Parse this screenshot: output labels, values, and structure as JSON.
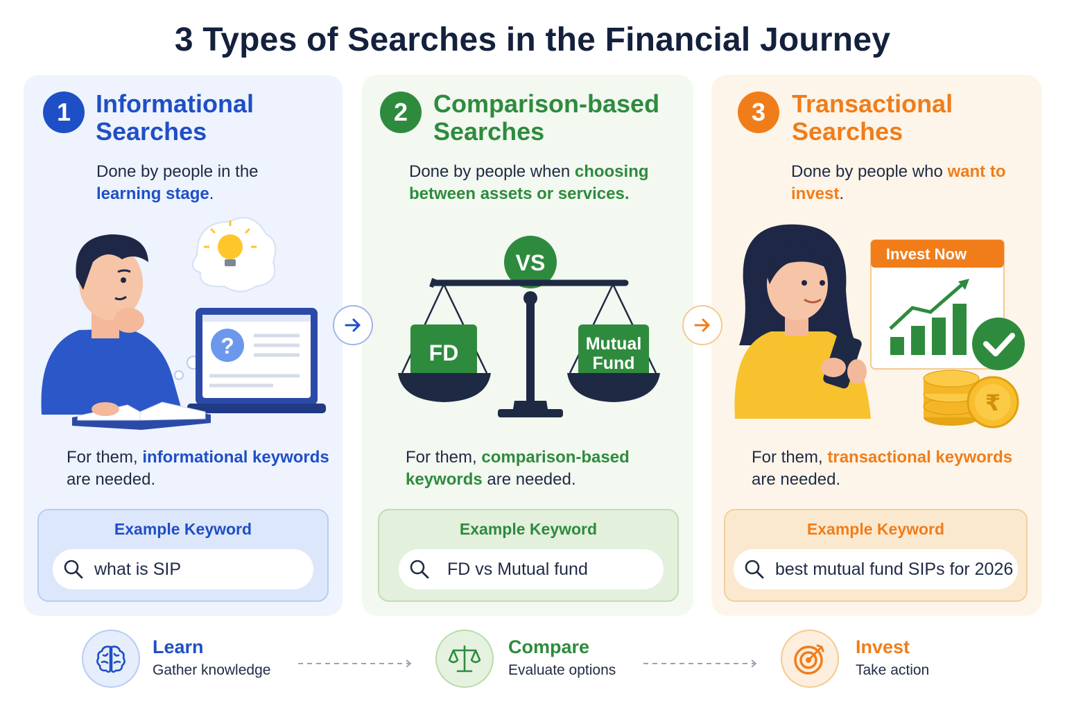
{
  "title": "3 Types of Searches in the Financial Journey",
  "cards": [
    {
      "number": "1",
      "title": "Informational Searches",
      "desc_prefix": "Done by people in the ",
      "desc_highlight": "learning stage",
      "desc_suffix": ".",
      "for_prefix": "For them, ",
      "for_highlight": "informational keywords",
      "for_suffix": " are needed.",
      "example_label": "Example Keyword",
      "example_keyword": "what is SIP"
    },
    {
      "number": "2",
      "title": "Comparison-based Searches",
      "desc_prefix": "Done by people when ",
      "desc_highlight": "choosing between assets or services.",
      "desc_suffix": "",
      "for_prefix": "For them, ",
      "for_highlight": "comparison-based keywords",
      "for_suffix": " are needed.",
      "example_label": "Example Keyword",
      "example_keyword": "FD vs Mutual fund",
      "illustration": {
        "vs": "VS",
        "left_pan": "FD",
        "right_pan_line1": "Mutual",
        "right_pan_line2": "Fund"
      }
    },
    {
      "number": "3",
      "title": "Transactional Searches",
      "desc_prefix": "Done by people who ",
      "desc_highlight": "want to invest",
      "desc_suffix": ".",
      "for_prefix": "For them, ",
      "for_highlight": "transactional keywords",
      "for_suffix": " are needed.",
      "example_label": "Example Keyword",
      "example_keyword": "best mutual fund SIPs for 2026",
      "illustration": {
        "invest_button": "Invest Now",
        "coin_symbol": "₹"
      }
    }
  ],
  "steps": [
    {
      "title": "Learn",
      "subtitle": "Gather knowledge",
      "icon": "brain-icon"
    },
    {
      "title": "Compare",
      "subtitle": "Evaluate options",
      "icon": "scale-icon"
    },
    {
      "title": "Invest",
      "subtitle": "Take action",
      "icon": "target-icon"
    }
  ],
  "colors": {
    "blue": "#1f4fc6",
    "green": "#2e8b3e",
    "orange": "#f07d1a",
    "navy": "#14213d"
  }
}
